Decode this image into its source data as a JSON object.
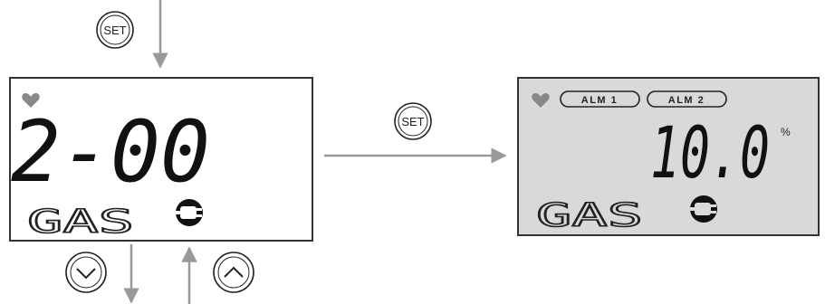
{
  "buttons": {
    "set_label": "SET",
    "down_symbol": "⌄",
    "up_symbol": "⌃"
  },
  "screen_left": {
    "main_value": "2-00",
    "gas_label": "GAS",
    "icons": [
      "heart-icon",
      "plug-icon"
    ],
    "background": "#ffffff"
  },
  "screen_right": {
    "alarm1_label": "ALM 1",
    "alarm2_label": "ALM 2",
    "main_value": "10.0",
    "unit": "%",
    "gas_label": "GAS",
    "icons": [
      "heart-icon",
      "plug-icon"
    ],
    "background": "#d9d9d9"
  },
  "colors": {
    "arrow": "#999999",
    "frame": "#333333",
    "heart": "#888888"
  }
}
